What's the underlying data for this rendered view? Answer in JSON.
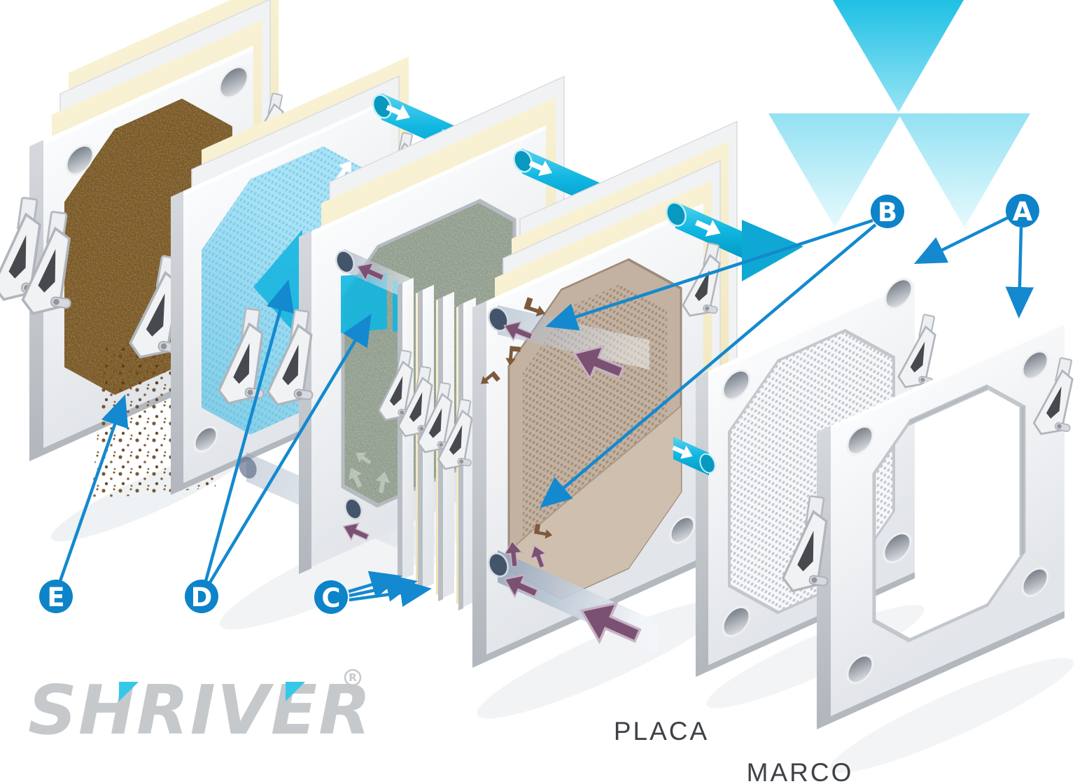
{
  "brand": {
    "wordmark": "SHRIVER",
    "registered": "®"
  },
  "captions": {
    "plate": "PLACA",
    "frame": "MARCO"
  },
  "callouts": {
    "a": "A",
    "b": "B",
    "c": "C",
    "d": "D",
    "e": "E"
  },
  "colors": {
    "callout_blue": "#0d83c9",
    "leader_blue": "#1489cf",
    "flow_cyan": "#14b8e0",
    "slurry_purple": "#7b5173",
    "cake_brown": "#7a5526",
    "cloth_cream": "#f6efcd",
    "cloth_blue": "#ace2f5",
    "cloth_tan": "#c3b2a1",
    "plate_white": "#f3f4f6",
    "logo_gray": "#c6c9cc",
    "caption_gray": "#3e4246"
  }
}
